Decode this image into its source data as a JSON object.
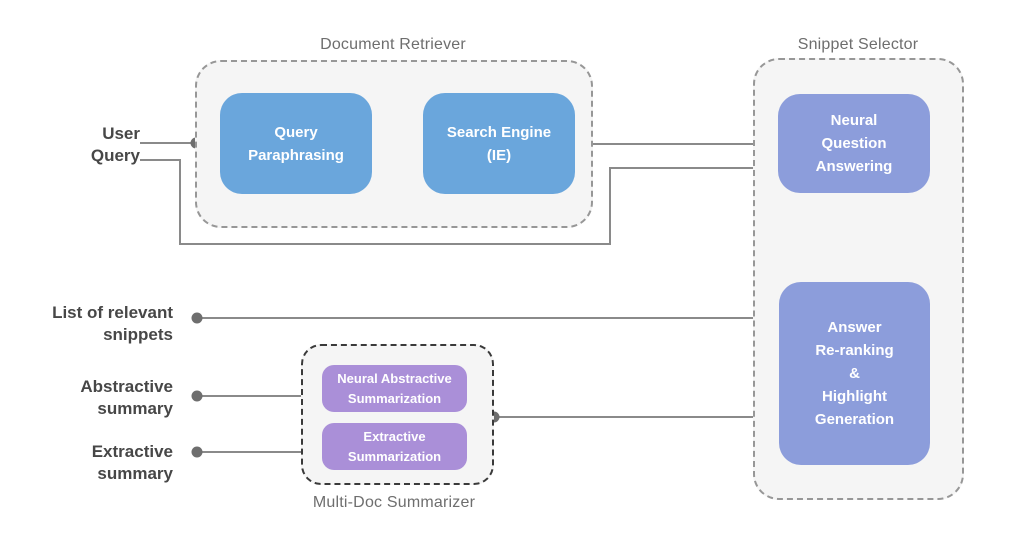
{
  "palette": {
    "blue_node": "#6aa6dc",
    "periwinkle_node": "#8c9ddb",
    "purple_node": "#aa8fd8",
    "group_fill": "#f5f5f5",
    "group_border": "#979797",
    "dark_group_border": "#3a3a3a",
    "line": "#8a8a8a",
    "dot": "#6e6e6e",
    "label_text": "#474747",
    "title_text": "#6e6e6e",
    "node_text": "#ffffff"
  },
  "groups": {
    "document_retriever": {
      "title": "Document Retriever"
    },
    "snippet_selector": {
      "title": "Snippet Selector"
    },
    "multi_doc_summarizer": {
      "title": "Multi-Doc Summarizer"
    }
  },
  "nodes": {
    "query_paraphrasing": {
      "label": "Query\nParaphrasing"
    },
    "search_engine": {
      "label": "Search Engine\n(IE)"
    },
    "neural_question_answering": {
      "label": "Neural\nQuestion\nAnswering"
    },
    "answer_reranking": {
      "label": "Answer\nRe-ranking\n&\nHighlight\nGeneration"
    },
    "neural_abstractive_summarization": {
      "label": "Neural Abstractive\nSummarization"
    },
    "extractive_summarization": {
      "label": "Extractive\nSummarization"
    }
  },
  "io_labels": {
    "user_query": "User\nQuery",
    "list_of_relevant_snippets": "List of relevant\nsnippets",
    "abstractive_summary": "Abstractive\nsummary",
    "extractive_summary": "Extractive\nsummary"
  }
}
